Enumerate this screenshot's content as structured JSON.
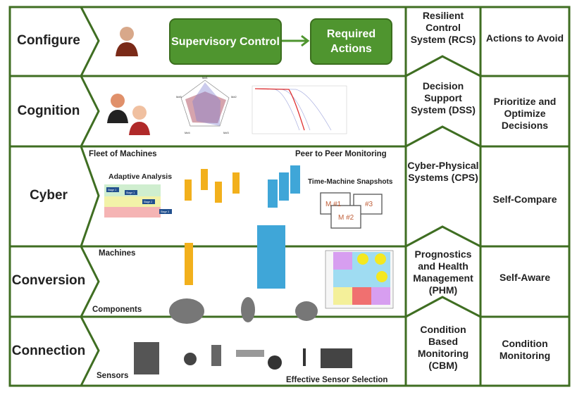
{
  "colors": {
    "frame": "#3f6e22",
    "button_fill": "#4f952f"
  },
  "levels": [
    {
      "name": "Configure",
      "middle": "Resilient Control System (RCS)",
      "right": "Actions to Avoid"
    },
    {
      "name": "Cognition",
      "middle": "Decision Support System (DSS)",
      "right": "Prioritize and Optimize Decisions"
    },
    {
      "name": "Cyber",
      "middle": "Cyber-Physical Systems (CPS)",
      "right": "Self-Compare"
    },
    {
      "name": "Conversion",
      "middle": "Prognostics and Health Management (PHM)",
      "right": "Self-Aware"
    },
    {
      "name": "Connection",
      "middle": "Condition Based Monitoring (CBM)",
      "right": "Condition Monitoring"
    }
  ],
  "configure": {
    "box1": "Supervisory Control",
    "box2": "Required Actions"
  },
  "cognition": {
    "radar_labels": [
      "M#1",
      "M#2",
      "M#3",
      "M#4",
      "M#5"
    ]
  },
  "cyber": {
    "fleet": "Fleet of Machines",
    "peer": "Peer to Peer Monitoring",
    "adaptive": "Adaptive Analysis",
    "adaptive_stages": [
      "Stage 1",
      "Stage 1",
      "Stage 2",
      "Stage 3"
    ],
    "snapshots": "Time-Machine Snapshots",
    "snapshot_labels": [
      "M #1",
      "M #2",
      "#3"
    ]
  },
  "conversion": {
    "machines": "Machines",
    "components": "Components"
  },
  "connection": {
    "sensors": "Sensors",
    "selection": "Effective Sensor Selection"
  }
}
